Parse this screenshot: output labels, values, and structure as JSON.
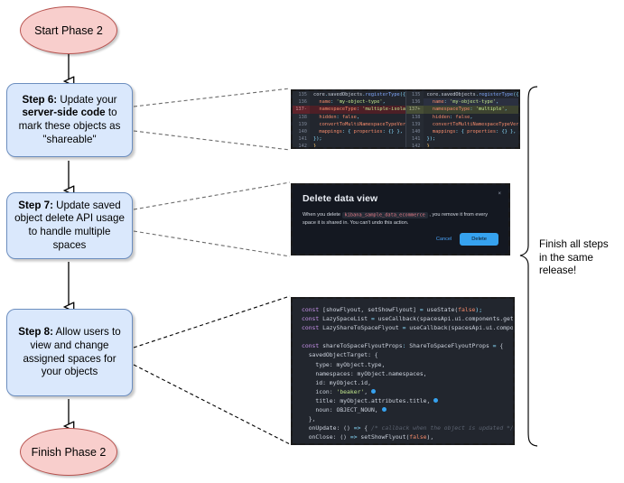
{
  "flow": {
    "start": {
      "label": "Start Phase 2"
    },
    "finish": {
      "label": "Finish Phase 2"
    },
    "steps": [
      {
        "name": "step-6",
        "prefix": "Step 6:",
        "text": " Update your ",
        "bold": "server-side code",
        "text2": " to mark these objects as \"shareable\""
      },
      {
        "name": "step-7",
        "prefix": "Step 7:",
        "text": " Update saved object delete API usage to handle multiple spaces"
      },
      {
        "name": "step-8",
        "prefix": "Step 8:",
        "text": " Allow users to view and change assigned spaces for your objects"
      }
    ]
  },
  "brace": {
    "label_line1": "Finish all steps",
    "label_line2": "in the same",
    "label_line3": "release!"
  },
  "callouts": {
    "diff": {
      "name": "code-diff-callout",
      "left": {
        "lines": [
          {
            "num": "135",
            "state": "plain",
            "tokens": [
              [
                "tk-plain",
                "core"
              ],
              [
                "tk-pun",
                "."
              ],
              [
                "tk-plain",
                "savedObjects"
              ],
              [
                "tk-pun",
                "."
              ],
              [
                "tk-fn",
                "registerType"
              ],
              [
                "tk-pun",
                "({"
              ]
            ]
          },
          {
            "num": "136",
            "state": "plain",
            "tokens": [
              [
                "tk-plain",
                "  "
              ],
              [
                "tk-prop",
                "name"
              ],
              [
                "tk-pun",
                ": "
              ],
              [
                "tk-str",
                "'my-object-type'"
              ],
              [
                "tk-pun",
                ","
              ]
            ]
          },
          {
            "num": "137-",
            "state": "del",
            "tokens": [
              [
                "tk-plain",
                "  "
              ],
              [
                "tk-prop",
                "namespaceType"
              ],
              [
                "tk-pun",
                ": "
              ],
              [
                "tk-str",
                "'multiple-isolated'"
              ],
              [
                "tk-pun",
                ","
              ]
            ]
          },
          {
            "num": "138",
            "state": "plain",
            "tokens": [
              [
                "tk-plain",
                "  "
              ],
              [
                "tk-prop",
                "hidden"
              ],
              [
                "tk-pun",
                ": "
              ],
              [
                "tk-num",
                "false"
              ],
              [
                "tk-pun",
                ","
              ]
            ]
          },
          {
            "num": "139",
            "state": "plain",
            "tokens": [
              [
                "tk-plain",
                "  "
              ],
              [
                "tk-prop",
                "convertToMultiNamespaceTypeVersion"
              ],
              [
                "tk-pun",
                ": "
              ],
              [
                "tk-str",
                "'"
              ]
            ]
          },
          {
            "num": "140",
            "state": "plain",
            "tokens": [
              [
                "tk-plain",
                "  "
              ],
              [
                "tk-prop",
                "mappings"
              ],
              [
                "tk-pun",
                ": { "
              ],
              [
                "tk-prop",
                "properties"
              ],
              [
                "tk-pun",
                ": {} },"
              ]
            ]
          },
          {
            "num": "141",
            "state": "plain",
            "tokens": [
              [
                "tk-pun",
                "});"
              ]
            ]
          },
          {
            "num": "142",
            "state": "plain",
            "tokens": [
              [
                "tk-type",
                "}"
              ]
            ]
          }
        ]
      },
      "right": {
        "lines": [
          {
            "num": "135",
            "state": "plain",
            "tokens": [
              [
                "tk-plain",
                "core"
              ],
              [
                "tk-pun",
                "."
              ],
              [
                "tk-plain",
                "savedObjects"
              ],
              [
                "tk-pun",
                "."
              ],
              [
                "tk-fn",
                "registerType"
              ],
              [
                "tk-pun",
                "({"
              ]
            ]
          },
          {
            "num": "136",
            "state": "hl",
            "tokens": [
              [
                "tk-plain",
                "  "
              ],
              [
                "tk-prop",
                "name"
              ],
              [
                "tk-pun",
                ": "
              ],
              [
                "tk-str",
                "'my-object-type'"
              ],
              [
                "tk-pun",
                ","
              ]
            ]
          },
          {
            "num": "137+",
            "state": "add",
            "tokens": [
              [
                "tk-plain",
                "  "
              ],
              [
                "tk-prop",
                "namespaceType"
              ],
              [
                "tk-pun",
                ": "
              ],
              [
                "tk-str",
                "'multiple'"
              ],
              [
                "tk-pun",
                ","
              ]
            ]
          },
          {
            "num": "138",
            "state": "plain",
            "tokens": [
              [
                "tk-plain",
                "  "
              ],
              [
                "tk-prop",
                "hidden"
              ],
              [
                "tk-pun",
                ": "
              ],
              [
                "tk-num",
                "false"
              ],
              [
                "tk-pun",
                ","
              ]
            ]
          },
          {
            "num": "139",
            "state": "plain",
            "tokens": [
              [
                "tk-plain",
                "  "
              ],
              [
                "tk-prop",
                "convertToMultiNamespaceTypeVersion"
              ],
              [
                "tk-pun",
                ": "
              ],
              [
                "tk-str",
                "'"
              ]
            ]
          },
          {
            "num": "140",
            "state": "plain",
            "tokens": [
              [
                "tk-plain",
                "  "
              ],
              [
                "tk-prop",
                "mappings"
              ],
              [
                "tk-pun",
                ": { "
              ],
              [
                "tk-prop",
                "properties"
              ],
              [
                "tk-pun",
                ": {} },"
              ]
            ]
          },
          {
            "num": "141",
            "state": "plain",
            "tokens": [
              [
                "tk-pun",
                "});"
              ]
            ]
          },
          {
            "num": "142",
            "state": "plain",
            "tokens": [
              [
                "tk-type",
                "}"
              ]
            ]
          }
        ]
      }
    },
    "modal": {
      "name": "delete-data-view-modal",
      "title": "Delete data view",
      "body_before": "When you delete ",
      "body_code": "kibana_sample_data_ecommerce",
      "body_after": " , you remove it from every space it is shared in. You can't undo this action.",
      "cancel_label": "Cancel",
      "delete_label": "Delete",
      "close_glyph": "×"
    },
    "flyout": {
      "name": "share-to-space-flyout-code-callout",
      "lines": [
        [
          [
            "tk-kw",
            "const"
          ],
          [
            "tk-plain",
            " [showFlyout, setShowFlyout] "
          ],
          [
            "tk-pun",
            "="
          ],
          [
            "tk-plain",
            " useState("
          ],
          [
            "tk-num",
            "false"
          ],
          [
            "tk-pun",
            "); "
          ]
        ],
        [
          [
            "tk-kw",
            "const"
          ],
          [
            "tk-plain",
            " LazySpaceList "
          ],
          [
            "tk-pun",
            "="
          ],
          [
            "tk-plain",
            " useCallback(spacesApi.ui.components.getSpaceLis"
          ]
        ],
        [
          [
            "tk-kw",
            "const"
          ],
          [
            "tk-plain",
            " LazyShareToSpaceFlyout "
          ],
          [
            "tk-pun",
            "="
          ],
          [
            "tk-plain",
            " useCallback(spacesApi.ui.components.ge"
          ]
        ],
        [
          [
            "tk-plain",
            ""
          ]
        ],
        [
          [
            "tk-kw",
            "const"
          ],
          [
            "tk-plain",
            " shareToSpaceFlyoutProps"
          ],
          [
            "tk-pun",
            ":"
          ],
          [
            "tk-plain",
            " ShareToSpaceFlyoutProps "
          ],
          [
            "tk-pun",
            "="
          ],
          [
            "tk-plain",
            " {"
          ]
        ],
        [
          [
            "tk-plain",
            "  savedObjectTarget: {"
          ]
        ],
        [
          [
            "tk-plain",
            "    type: myObject.type,"
          ]
        ],
        [
          [
            "tk-plain",
            "    namespaces: myObject.namespaces,"
          ]
        ],
        [
          [
            "tk-plain",
            "    id: myObject.id,"
          ]
        ],
        [
          [
            "tk-plain",
            "    icon: "
          ],
          [
            "tk-str",
            "'beaker'"
          ],
          [
            "tk-plain",
            ", "
          ],
          [
            "dot",
            ""
          ]
        ],
        [
          [
            "tk-plain",
            "    title: myObject.attributes.title, "
          ],
          [
            "dot",
            ""
          ]
        ],
        [
          [
            "tk-plain",
            "    noun: OBJECT_NOUN, "
          ],
          [
            "dot",
            ""
          ]
        ],
        [
          [
            "tk-plain",
            "  },"
          ]
        ],
        [
          [
            "tk-plain",
            "  onUpdate: () "
          ],
          [
            "tk-pun",
            "=>"
          ],
          [
            "tk-plain",
            " { "
          ],
          [
            "tk-cmt",
            "/* callback when the object is updated */"
          ],
          [
            "tk-plain",
            " },"
          ]
        ],
        [
          [
            "tk-plain",
            "  onClose: () "
          ],
          [
            "tk-pun",
            "=>"
          ],
          [
            "tk-plain",
            " setShowFlyout("
          ],
          [
            "tk-num",
            "false"
          ],
          [
            "tk-plain",
            "),"
          ]
        ],
        [
          [
            "tk-pun",
            "};"
          ]
        ]
      ]
    }
  }
}
